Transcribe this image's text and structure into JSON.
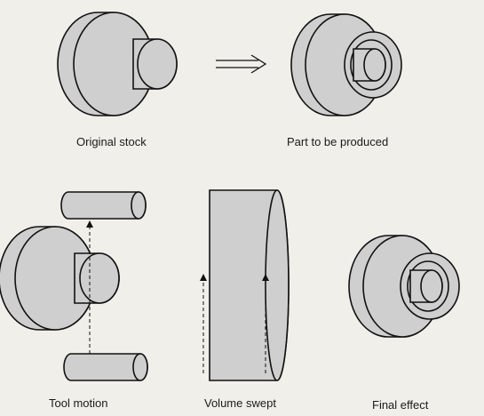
{
  "labels": {
    "original_stock": "Original stock",
    "part_to_be_produced": "Part to be produced",
    "tool_motion": "Tool motion",
    "volume_swept": "Volume swept",
    "final_effect": "Final effect"
  },
  "colors": {
    "fill": "#cfcfcf",
    "stroke": "#111111",
    "background": "#f1efea"
  }
}
